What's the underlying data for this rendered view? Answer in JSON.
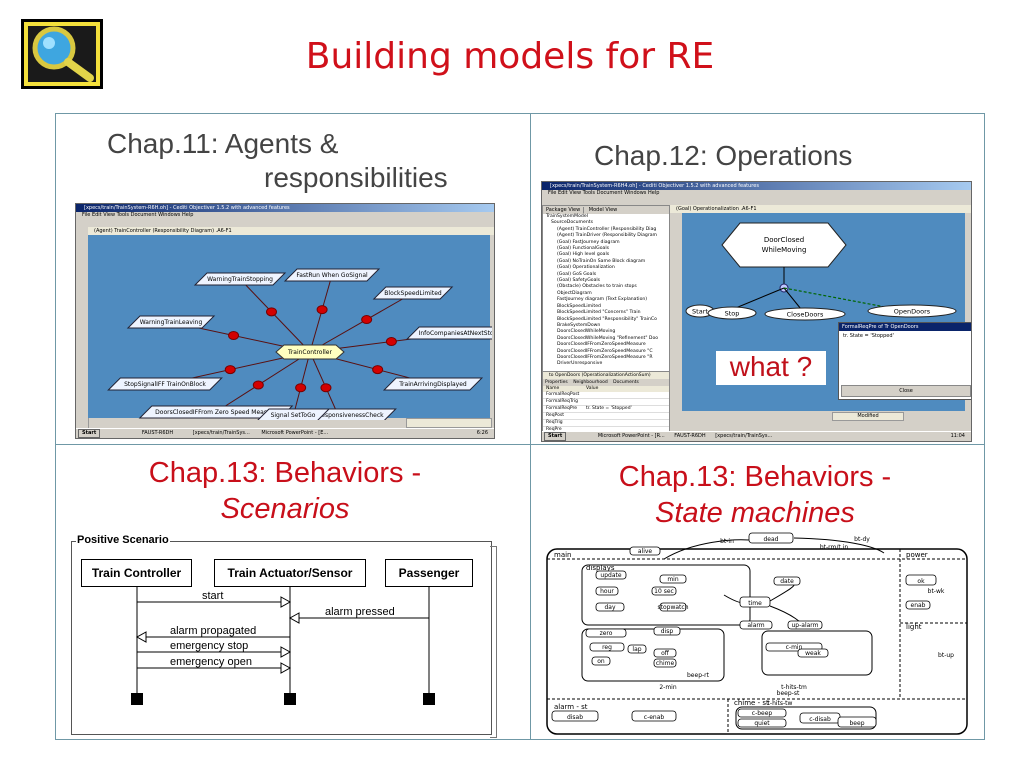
{
  "slide": {
    "title": "Building models for RE"
  },
  "quadrants": {
    "agents": {
      "caption_prefix": "Chap.11:",
      "caption_rest": "Agents &",
      "caption_line2": "responsibilities",
      "window_title": "[xpecs/train/TrainSystem-R6H.oh] - Cediti Objectiver 1.5.2 with advanced features",
      "menu": "File  Edit  View  Tools  Document  Windows  Help",
      "diagram_title": "(Agent) TrainController (Responsibility Diagram) .A6-F1",
      "center": "TrainController",
      "goals": [
        "WarningTrainStopping",
        "FastRun When GoSignal",
        "BlockSpeedLimited",
        "WarningTrainLeaving",
        "InfoCompaniesAtNextStop",
        "StopSignalIFF TrainOnBlock",
        "TrainArrivingDisplayed",
        "DoorsClosedIFFrom Zero Speed Measure",
        "RegularResponsivenessCheck",
        "Signal SetToGo"
      ],
      "taskbar": [
        "Start",
        "FAUST-R6DH",
        "[xpecs/train/TrainSys...",
        "Microsoft PowerPoint - [E..."
      ],
      "clock": "6:26"
    },
    "operations": {
      "caption": "Chap.12: Operations",
      "window_title": "[xpecs/train/TrainSystem-R6H4.oh] - Cediti Objectiver 1.5.2 with advanced features",
      "menu": "File  Edit  View  Tools  Document  Windows  Help",
      "tabs": [
        "Package View",
        "Model View"
      ],
      "diagram_title": "(Goal) Operationalization .A6-F1",
      "tree": [
        "TrainSystemModel",
        "SourceDocuments",
        "(Agent) TrainController (Responsibility Diag",
        "(Agent) TrainDriver (Responsibility Diagram",
        "(Goal) FastJourney diagram",
        "(Goal) FunctionalGoals",
        "(Goal) High level goals",
        "(Goal) NoTrainOn Same Block diagram",
        "(Goal) Operationalization",
        "(Goal) GoS Goals",
        "(Goal) SafetyGoals",
        "(Obstacle) Obstacles to train stops",
        "ObjectDiagram",
        "FastJourney diagram (Text Explanation)",
        "BlockSpeedLimited",
        "BlockSpeedLimited \"Concerns\" Train",
        "BlockSpeedLimited \"Responsibility\" TrainCo",
        "BrakeSystemDown",
        "DoorsClosedWhileMoving",
        "DoorsClosedWhileMoving \"Refinement\" Doo",
        "DoorsClosedIFFromZeroSpeedMeasure",
        "DoorsClosedIFFromZeroSpeedMeasure \"C",
        "DoorsClosedIFFromZeroSpeedMeasure \"R",
        "DriverUnresponsive"
      ],
      "panel_tabs": [
        "Properties",
        "Neighbourhood",
        "Documents"
      ],
      "panel_headers": [
        "Name",
        "Value"
      ],
      "props": [
        {
          "name": "FormalReqPost",
          "value": ""
        },
        {
          "name": "FormalReqTrig",
          "value": ""
        },
        {
          "name": "FormalReqPre",
          "value": "tr. State = 'Stopped'"
        },
        {
          "name": "ReqPost",
          "value": ""
        },
        {
          "name": "ReqTrig",
          "value": ""
        },
        {
          "name": "ReqPre",
          "value": ""
        }
      ],
      "sub_label": "to OpenDoors  (OperationalizationActionSum)",
      "goal": "DoorClosed\nWhileMoving",
      "ops": [
        "Start",
        "Stop",
        "CloseDoors",
        "OpenDoors"
      ],
      "dialog_title": "FormalReqPre of Tr OpenDoors",
      "dialog_text": "tr. State = 'Stopped'",
      "dialog_button": "Close",
      "overlay": "what ?",
      "status": "Modified",
      "taskbar": [
        "Start",
        "Microsoft PowerPoint - [R...",
        "FAUST-R6DH",
        "[xpecs/train/TrainSys..."
      ],
      "clock": "11:04"
    },
    "scenarios": {
      "caption_line1": "Chap.13:  Behaviors -",
      "caption_line2": "Scenarios",
      "frame_label": "Positive Scenario",
      "lifelines": [
        "Train Controller",
        "Train Actuator/Sensor",
        "Passenger"
      ],
      "messages": [
        "start",
        "alarm pressed",
        "alarm propagated",
        "emergency stop",
        "emergency open"
      ]
    },
    "statemachines": {
      "caption_line1": "Chap.13:  Behaviors -",
      "caption_line2": "State machines",
      "regions": [
        "main",
        "displays",
        "power",
        "light",
        "alarm - st",
        "chime - st"
      ],
      "states": [
        "dead",
        "alive",
        "update",
        "min",
        "hour",
        "10 sec",
        "date",
        "time",
        "day",
        "stopwatch",
        "zero",
        "disp",
        "reg",
        "lap",
        "on",
        "off",
        "chime",
        "alarm",
        "up-alarm",
        "c-min",
        "weak",
        "ok",
        "enab",
        "disab",
        "c-enab",
        "c-beep",
        "quiet",
        "c-disab",
        "beep"
      ],
      "events": [
        "bt-in",
        "bt-rm/t.in",
        "bt-dy",
        "bt-wk",
        "bt-up",
        "2-min",
        "beep-rt",
        "t-hits-tm",
        "beep-st",
        "t-hits-tw"
      ]
    }
  }
}
